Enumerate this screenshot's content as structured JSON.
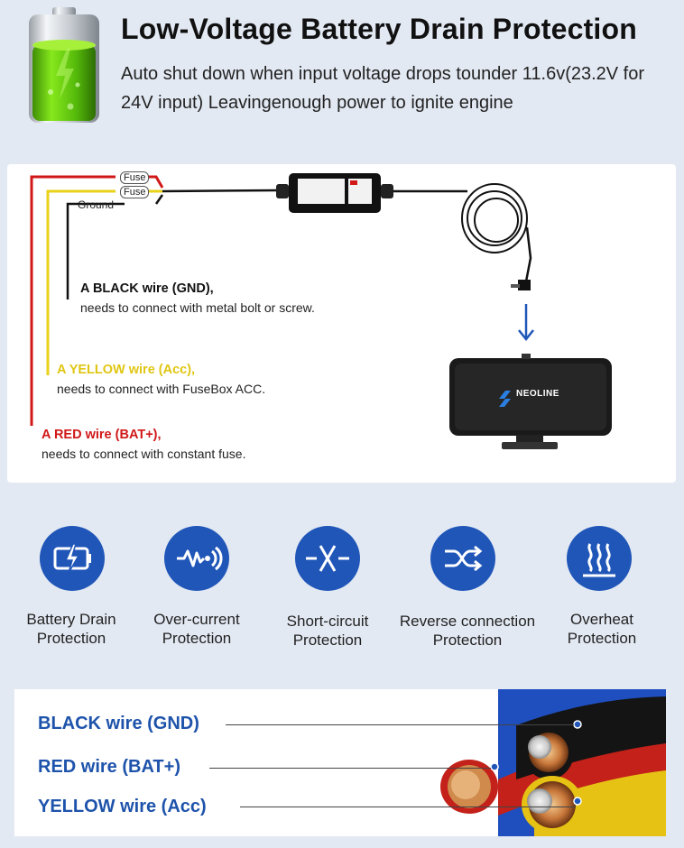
{
  "header": {
    "title": "Low-Voltage Battery Drain Protection",
    "subtitle": "Auto shut down when input voltage drops tounder 11.6v(23.2V for 24V input) Leavingenough power to ignite engine"
  },
  "wiring": {
    "fuse_label_1": "Fuse",
    "fuse_label_2": "Fuse",
    "ground_label": "Ground",
    "black": {
      "title": "A BLACK wire (GND),",
      "desc": "needs to connect with metal bolt or screw."
    },
    "yellow": {
      "title": "A YELLOW wire (Acc),",
      "desc": "needs to connect with FuseBox ACC."
    },
    "red": {
      "title": "A RED wire (BAT+),",
      "desc": "needs to connect with constant fuse."
    },
    "brand": "NEOLINE"
  },
  "features": [
    {
      "icon": "battery-bolt-icon",
      "line1": "Battery Drain",
      "line2": "Protection"
    },
    {
      "icon": "current-wave-icon",
      "line1": "Over-current",
      "line2": "Protection"
    },
    {
      "icon": "short-circuit-icon",
      "line1": "Short-circuit",
      "line2": "Protection"
    },
    {
      "icon": "shuffle-arrows-icon",
      "line1": "Reverse connection",
      "line2": "Protection"
    },
    {
      "icon": "heat-waves-icon",
      "line1": "Overheat",
      "line2": "Protection"
    }
  ],
  "cables": {
    "black": "BLACK wire (GND)",
    "red": "RED wire (BAT+)",
    "yellow": "YELLOW wire (Acc)"
  },
  "colors": {
    "accent_blue": "#1f56b8",
    "label_blue": "#1e53ab",
    "wire_red": "#d01818",
    "wire_yellow": "#e8d21a",
    "wire_black": "#111111"
  }
}
